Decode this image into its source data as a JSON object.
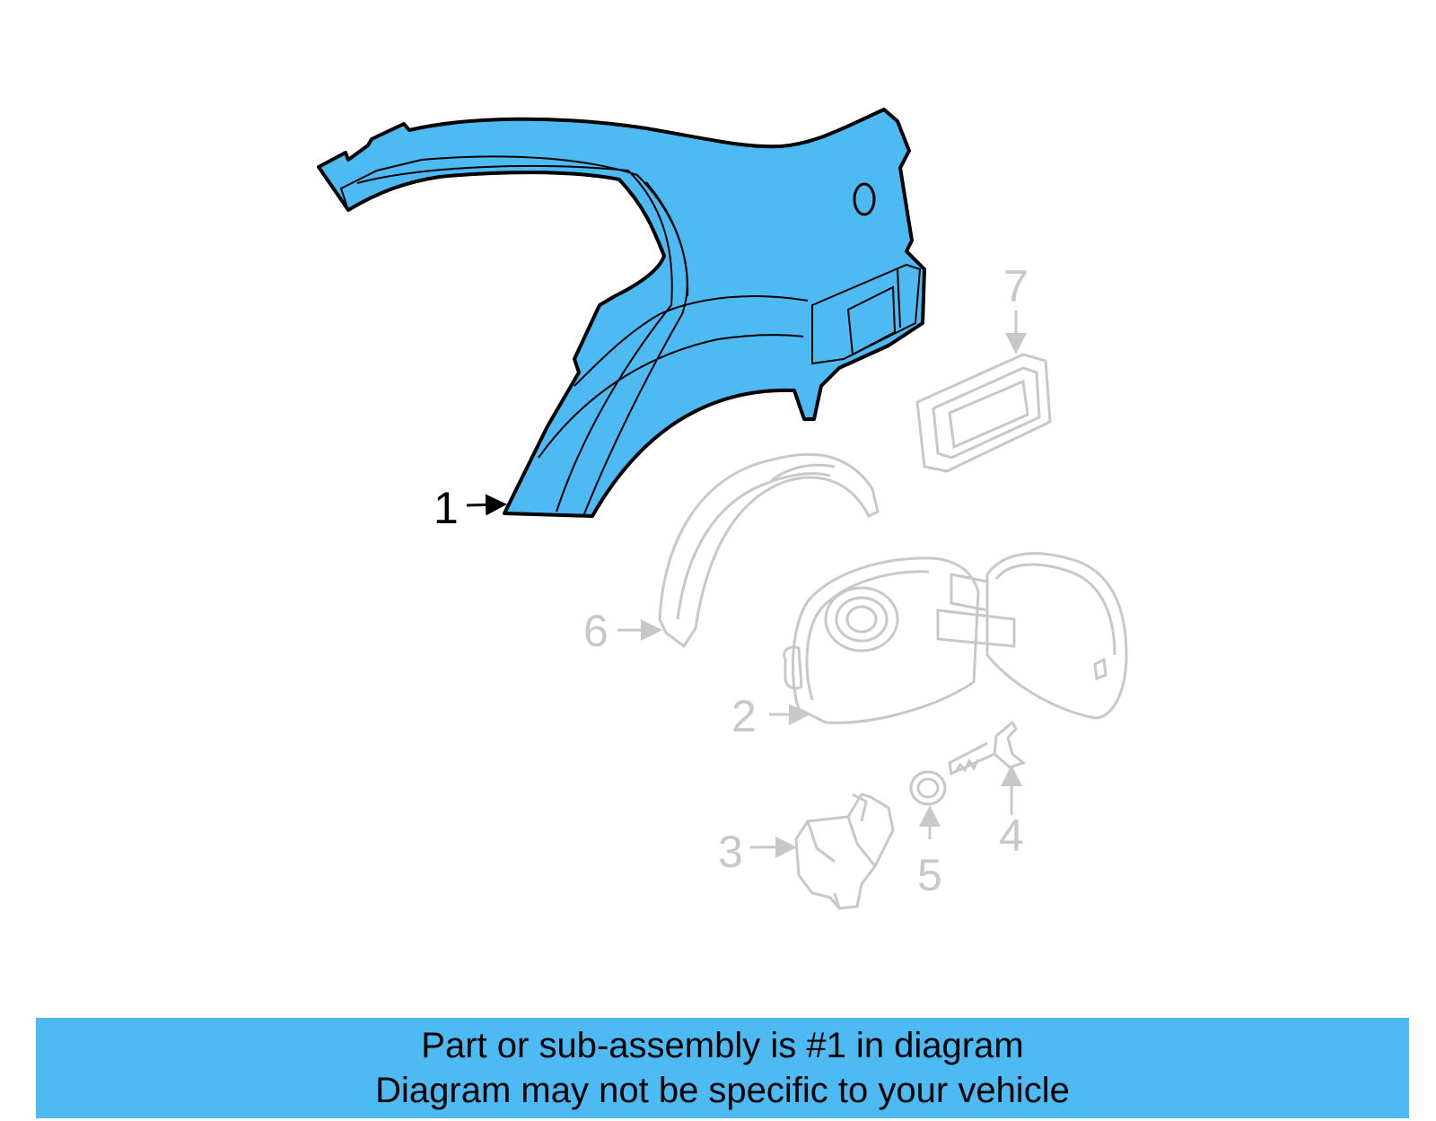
{
  "colors": {
    "highlight_fill": "#4DBAF3",
    "highlight_stroke": "#000000",
    "inactive_stroke": "#c8c8c8",
    "caption_bar": "#4DBAF3"
  },
  "callouts": [
    "1",
    "2",
    "3",
    "4",
    "5",
    "6",
    "7"
  ],
  "highlighted_part": "1",
  "caption": {
    "line1": "Part or sub-assembly is #1 in diagram",
    "line2": "Diagram may not be specific to your vehicle"
  }
}
